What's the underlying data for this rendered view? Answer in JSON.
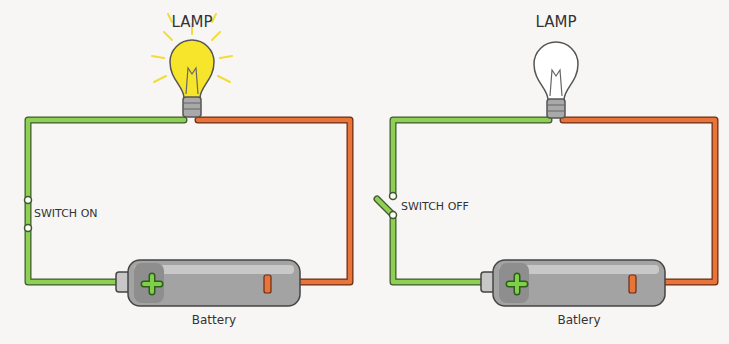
{
  "diagram": {
    "labels": [
      "LAMP",
      "LAMP",
      "SWITCH ON",
      "SWITCH OFF",
      "Battery",
      "Batlery"
    ]
  }
}
